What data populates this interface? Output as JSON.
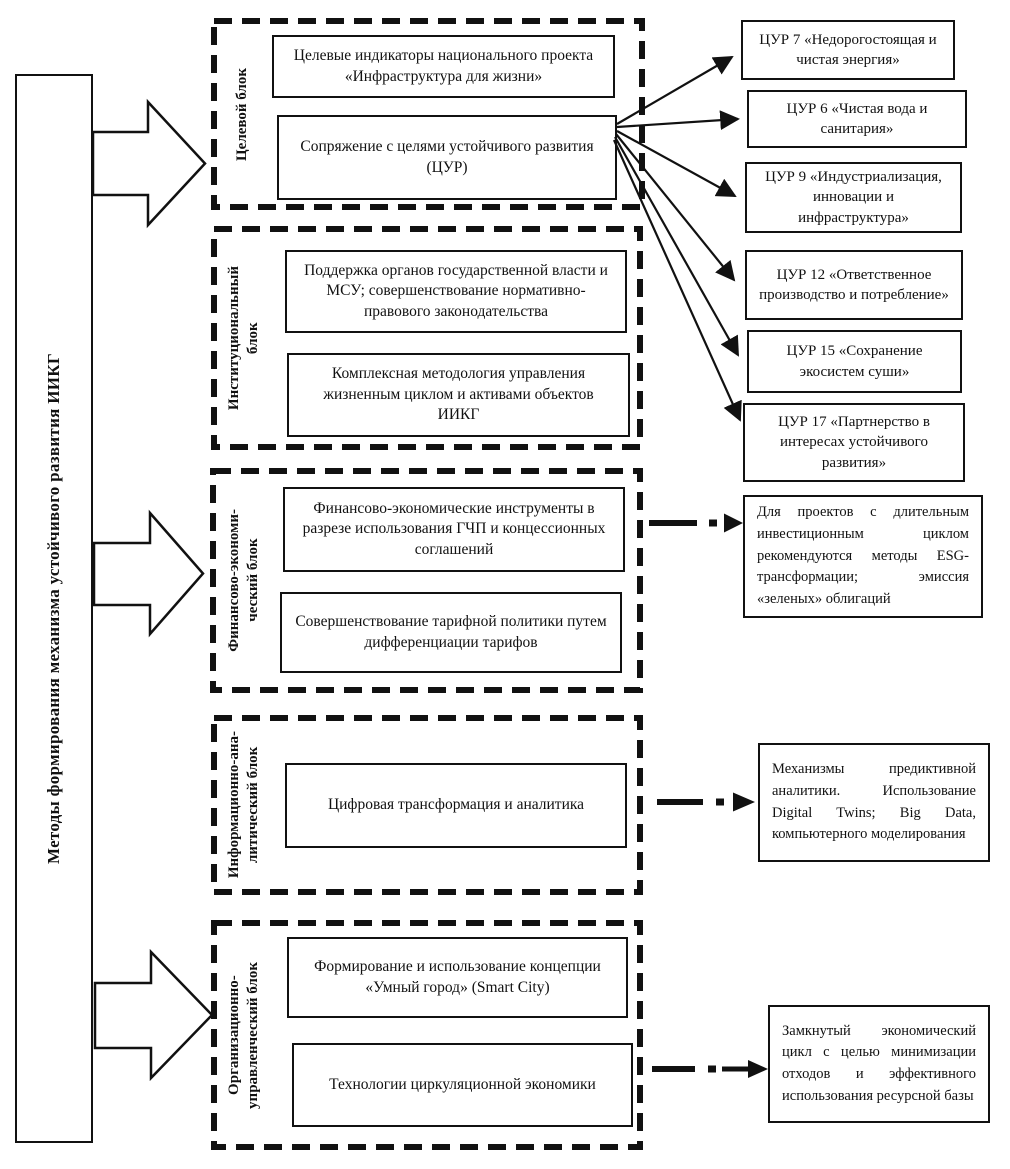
{
  "root": {
    "title": "Методы формирования механизма устойчивого развития ИИКГ"
  },
  "blocks": [
    {
      "label": "Целевой блок",
      "boxes": [
        "Целевые индикаторы национального проекта «Инфраструктура для жизни»",
        "Сопряжение с целями устойчивого развития (ЦУР)"
      ]
    },
    {
      "label": "Институциональный\nблок",
      "boxes": [
        "Поддержка органов государственной власти и МСУ; совершенствование нормативно-правового законодательства",
        "Комплексная методология управления жизненным циклом и активами объектов ИИКГ"
      ]
    },
    {
      "label": "Финансово-экономи-\nческий блок",
      "boxes": [
        "Финансово-экономические инструменты в разрезе использования ГЧП и концессионных соглашений",
        "Совершенствование тарифной политики путем дифференциации тарифов"
      ]
    },
    {
      "label": "Информационно-ана-\nлитический блок",
      "boxes": [
        "Цифровая трансформация и аналитика"
      ]
    },
    {
      "label": "Организационно-\nуправленческий блок",
      "boxes": [
        "Формирование и использование концепции «Умный город» (Smart City)",
        "Технологии циркуляционной экономики"
      ]
    }
  ],
  "sdg_boxes": [
    "ЦУР 7 «Недорогостоящая и чистая энергия»",
    "ЦУР 6 «Чистая вода и санитария»",
    "ЦУР 9 «Индустриализация, инновации и инфраструктура»",
    "ЦУР 12 «Ответственное производство и потребление»",
    "ЦУР 15 «Сохранение экосистем суши»",
    "ЦУР 17 «Партнерство в интересах устойчивого развития»"
  ],
  "notes": [
    "Для проектов с длительным инвестиционным циклом рекомендуются методы ESG-трансформации; эмиссия «зеленых» облигаций",
    "Механизмы предиктивной аналитики. Использование Digital Twins; Big Data, компьютерного моделирования",
    "Замкнутый экономический цикл с целью минимизации отходов и эффективного использования ресурсной базы"
  ],
  "colors": {
    "ink": "#111111",
    "background": "#ffffff"
  }
}
